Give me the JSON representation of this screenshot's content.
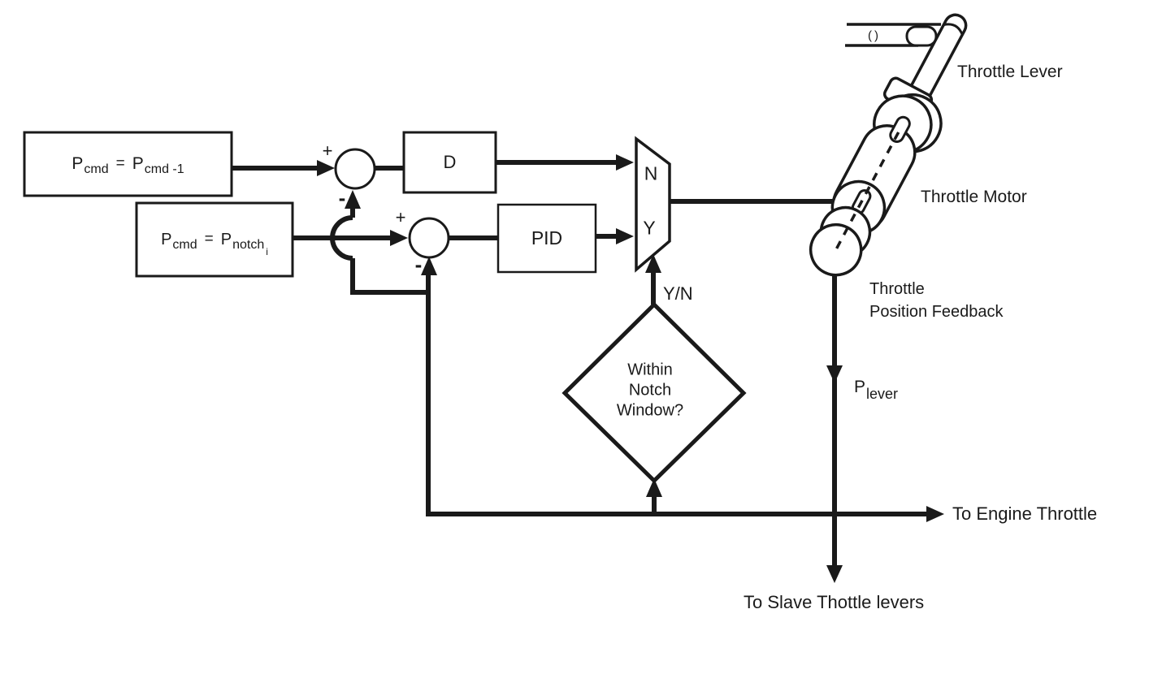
{
  "diagram": {
    "colors": {
      "line": "#1a1a1a",
      "background": "#ffffff"
    },
    "blocks": {
      "eq1": {
        "p1": "P",
        "sub1": "cmd",
        "equals": "=",
        "p2": "P",
        "sub2": "cmd -1"
      },
      "eq2": {
        "p1": "P",
        "sub1": "cmd",
        "equals": "=",
        "p2": "P",
        "sub2": "notch",
        "sub2b": "i"
      },
      "derivative": "D",
      "pid": "PID"
    },
    "summing": {
      "sum1_plus": "+",
      "sum1_minus": "-",
      "sum2_plus": "+",
      "sum2_minus": "-"
    },
    "mux": {
      "n_input": "N",
      "y_input": "Y",
      "select_label": "Y/N"
    },
    "decision": {
      "line1": "Within",
      "line2": "Notch",
      "line3": "Window?"
    },
    "throttle": {
      "lever_label": "Throttle Lever",
      "motor_label": "Throttle Motor",
      "feedback_label_line1": "Throttle",
      "feedback_label_line2": "Position Feedback",
      "p_lever_main": "P",
      "p_lever_sub": "lever",
      "bracket_glyph": "()"
    },
    "outputs": {
      "to_engine": "To Engine Throttle",
      "to_slave": "To Slave Thottle levers"
    }
  }
}
